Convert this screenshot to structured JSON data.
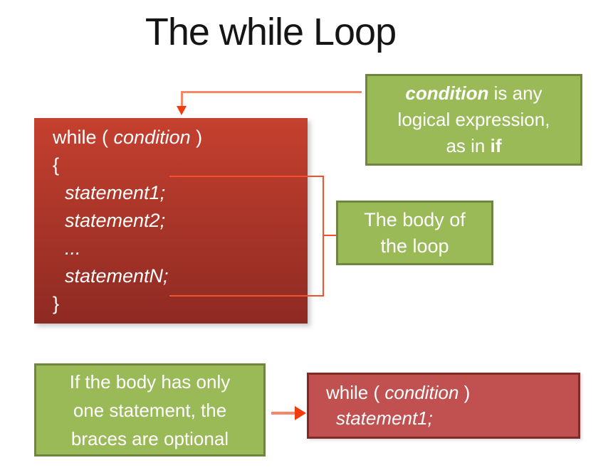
{
  "slide": {
    "title": "The while Loop"
  },
  "code_box": {
    "keyword_pre": "while ( ",
    "condition": "condition",
    "keyword_post": " )",
    "open_brace": "{",
    "statements": [
      "statement1;",
      "statement2;",
      "...",
      "statementN;"
    ],
    "close_brace": "}"
  },
  "condition_note": {
    "term": "condition",
    "rest_line1": " is any",
    "line2": "logical expression,",
    "line3_pre": "as in ",
    "line3_keyword": "if"
  },
  "body_note": {
    "line1": "The body of",
    "line2": "the loop"
  },
  "optional_note": {
    "line1": "If the body has only",
    "line2": "one statement, the",
    "line3": "braces are optional"
  },
  "single_statement_box": {
    "keyword_pre": "while ( ",
    "condition": "condition",
    "keyword_post": " )",
    "statement": "statement1;"
  },
  "colors": {
    "title_color": "#151515",
    "code_box_top": "#c5402f",
    "code_box_bottom": "#8e2a23",
    "single_box_fill": "#c05150",
    "single_box_border": "#7f2b27",
    "green_fill": "#9aba58",
    "green_border": "#6f8540",
    "connector": "#f4502b",
    "connector_light": "#f8876a",
    "arrowhead": "#f03c0e",
    "text_on_boxes": "#ffffff"
  }
}
